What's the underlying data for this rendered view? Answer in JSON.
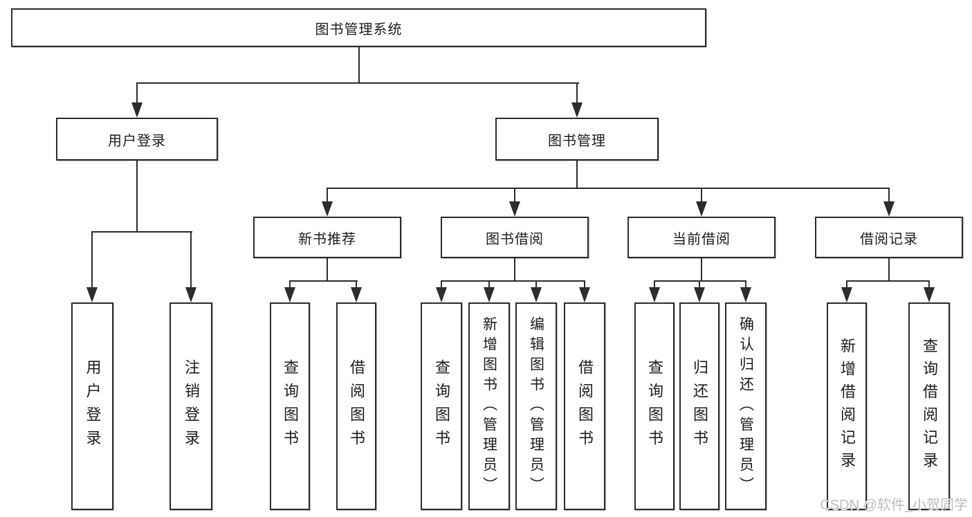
{
  "colors": {
    "line": "#2c2c2c",
    "box_border": "#2c2c2c",
    "background": "#ffffff",
    "text": "#1c1c1c",
    "watermark": "#bcbcbc"
  },
  "tree": {
    "root": "图书管理系统",
    "branches": [
      {
        "label": "用户登录",
        "children": [
          "用户登录",
          "注销登录"
        ]
      },
      {
        "label": "图书管理",
        "children": [
          {
            "label": "新书推荐",
            "children": [
              "查询图书",
              "借阅图书"
            ]
          },
          {
            "label": "图书借阅",
            "children": [
              "查询图书",
              "新增图书（管理员）",
              "编辑图书（管理员）",
              "借阅图书"
            ]
          },
          {
            "label": "当前借阅",
            "children": [
              "查询图书",
              "归还图书",
              "确认归还（管理员）"
            ]
          },
          {
            "label": "借阅记录",
            "children": [
              "新增借阅记录",
              "查询借阅记录"
            ]
          }
        ]
      }
    ]
  },
  "watermark": "CSDN @软件_小贺同学"
}
